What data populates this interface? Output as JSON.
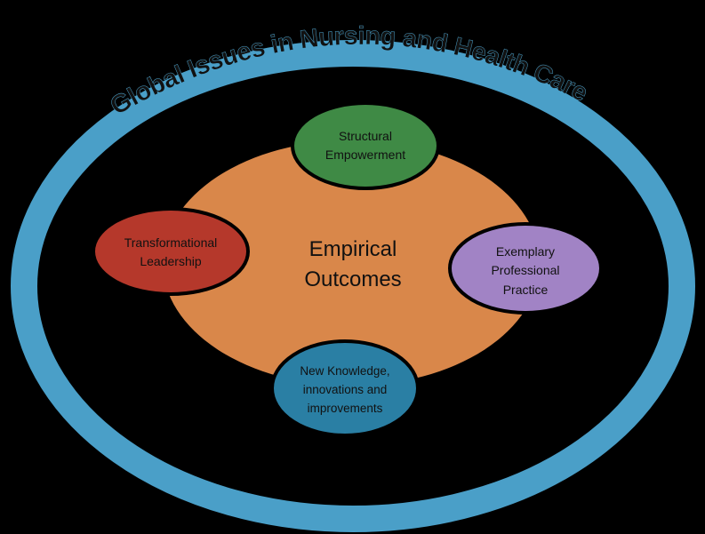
{
  "title": "Global Issues in Nursing and Health Care",
  "center": {
    "line1": "Empirical",
    "line2": "Outcomes"
  },
  "nodes": {
    "structural_empowerment": {
      "line1": "Structural",
      "line2": "Empowerment"
    },
    "transformational_leadership": {
      "line1": "Transformational",
      "line2": "Leadership"
    },
    "exemplary_professional_practice": {
      "line1": "Exemplary",
      "line2": "Professional",
      "line3": "Practice"
    },
    "new_knowledge": {
      "line1": "New Knowledge,",
      "line2": "innovations and",
      "line3": "improvements"
    }
  },
  "colors": {
    "background": "#000000",
    "outer_ring": "#4a9fc8",
    "center_ellipse": "#d9874a",
    "structural_empowerment": "#3f8a45",
    "transformational_leadership": "#b5382b",
    "exemplary_professional_practice": "#a183c5",
    "new_knowledge": "#2a7fa4",
    "dark_text": "#111111",
    "light_text": "#ffffff"
  }
}
